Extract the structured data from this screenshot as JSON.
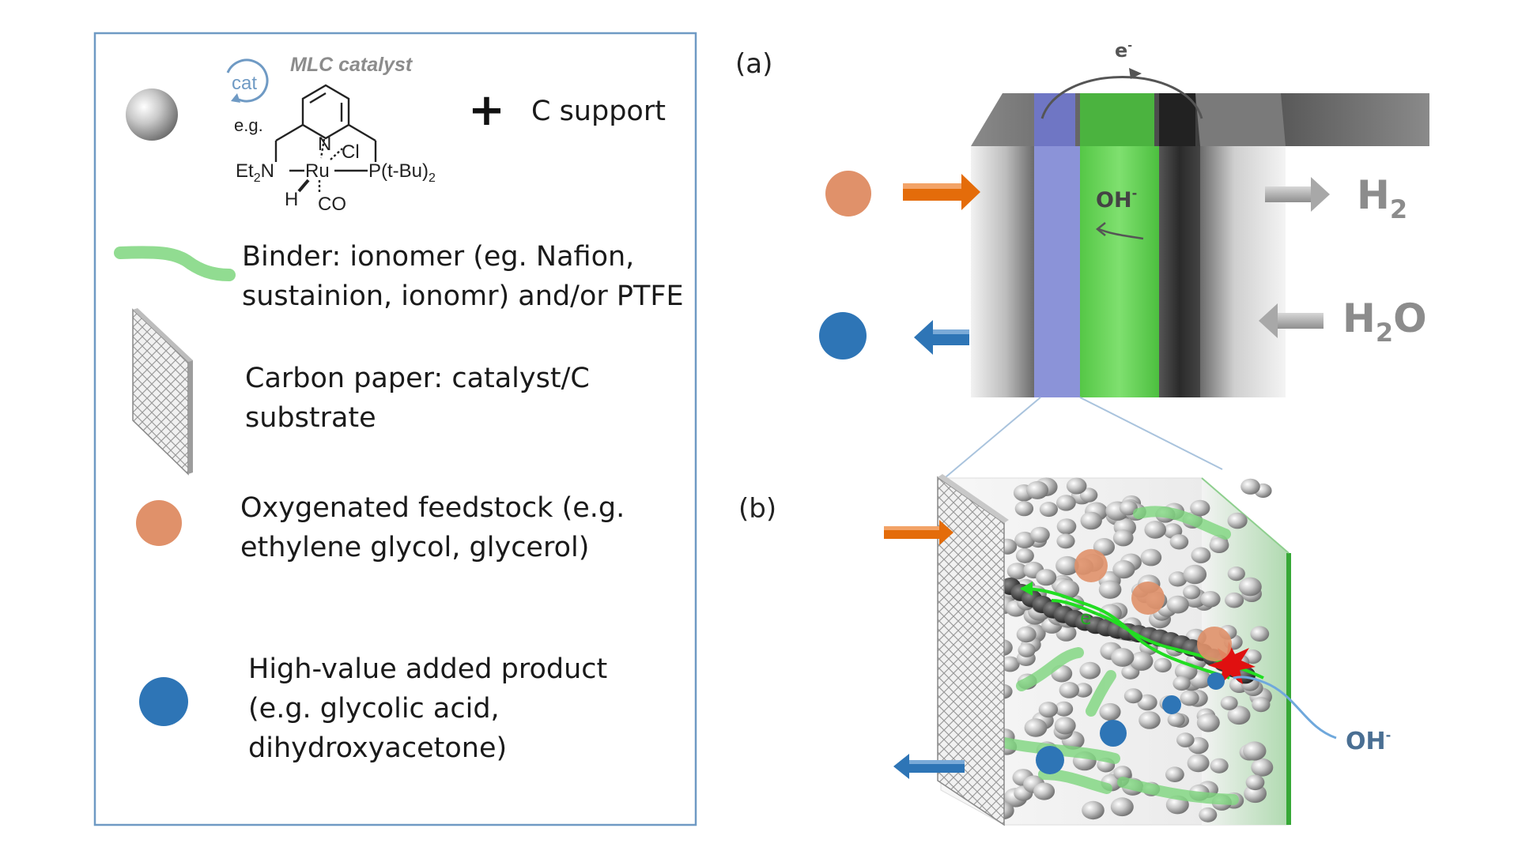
{
  "legend": {
    "catalyst_title": "MLC catalyst",
    "cat_badge": "cat",
    "eg": "e.g.",
    "plus": "+",
    "c_support": "C support",
    "struct": {
      "n": "N",
      "cl": "Cl",
      "ru": "Ru",
      "et2n_left": "Et",
      "et2n_sub": "2",
      "et2n_right": "N",
      "pbu_left": "P(t-Bu)",
      "pbu_sub": "2",
      "h": "H",
      "co": "CO"
    },
    "binder_line1": "Binder: ionomer (eg. Nafion,",
    "binder_line2": "sustainion, ionomr) and/or PTFE",
    "carbon_line1": "Carbon paper: catalyst/C",
    "carbon_line2": "substrate",
    "feed_line1": "Oxygenated feedstock (e.g.",
    "feed_line2": "ethylene glycol, glycerol)",
    "product_line1": "High-value added product",
    "product_line2": "(e.g. glycolic acid,",
    "product_line3": "dihydroxyacetone)"
  },
  "panel_a": {
    "label": "(a)",
    "electron": "e",
    "electron_sup": "-",
    "oh": "OH",
    "oh_sup": "-",
    "h2_main": "H",
    "h2_sub": "2",
    "h2o_main": "H",
    "h2o_sub": "2",
    "h2o_tail": "O"
  },
  "panel_b": {
    "label": "(b)",
    "electron": "e",
    "electron_sup": "-",
    "oh": "OH",
    "oh_sup": "-"
  },
  "colors": {
    "feedstock": "#e0916a",
    "product": "#2e75b6",
    "binder": "#7ed67e",
    "membrane": "#5fcf4f",
    "ionomer_blue": "#8b93d8",
    "frame_border": "#6f9ac4",
    "arrow_orange": "#e46c0a",
    "arrow_blue": "#2e75b6"
  }
}
